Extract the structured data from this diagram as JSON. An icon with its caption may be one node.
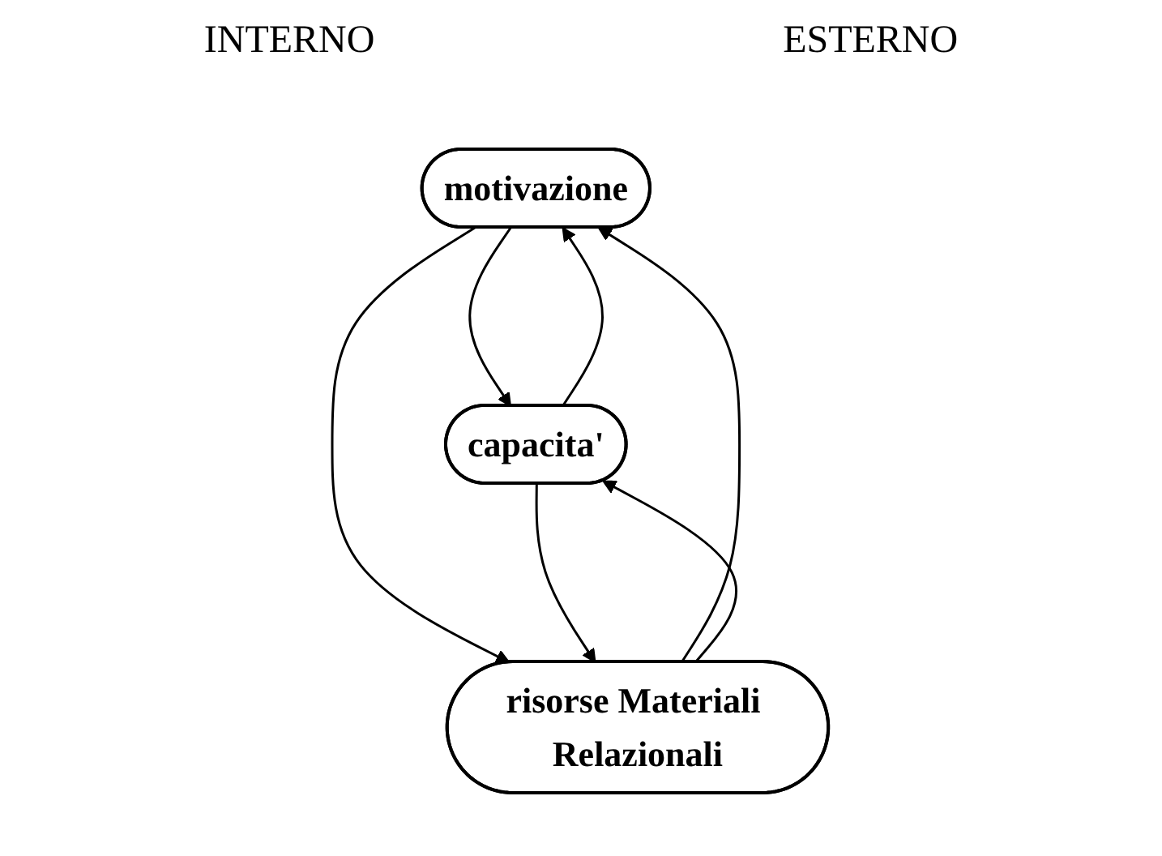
{
  "diagram": {
    "nodes": [
      {
        "text": [
          "motivazione"
        ]
      },
      {
        "text": [
          "capacita'"
        ]
      },
      {
        "text": [
          "risorse Materiali Relazionali"
        ]
      }
    ],
    "edges": [
      {
        "from": 0,
        "to": 1,
        "arrow": "to"
      },
      {
        "from": 1,
        "to": 0,
        "arrow": "to"
      },
      {
        "from": 0,
        "to": 2,
        "arrow": "to"
      },
      {
        "from": 2,
        "to": 0,
        "arrow": "to"
      },
      {
        "from": 1,
        "to": 2,
        "arrow": "to"
      },
      {
        "from": 2,
        "to": 1,
        "arrow": "to"
      }
    ],
    "labels": [
      "INTERNO",
      "ESTERNO"
    ]
  }
}
